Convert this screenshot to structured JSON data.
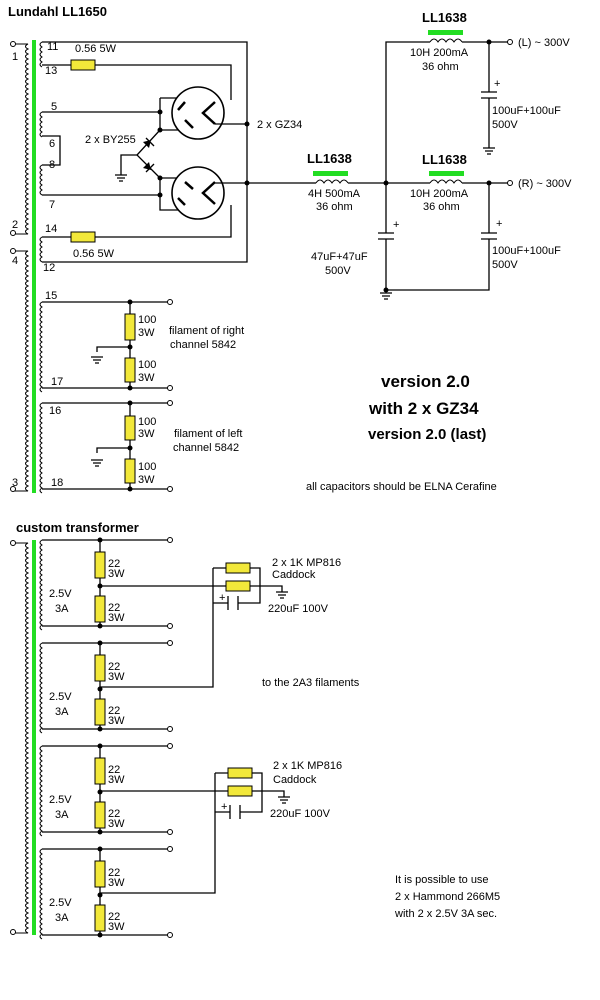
{
  "title_top": "Lundahl  LL1650",
  "title_bottom": "custom transformer",
  "version": {
    "line1": "version 2.0",
    "line2": "with 2 x GZ34",
    "line3": "version 2.0 (last)"
  },
  "note_capacitors": "all capacitors should be ELNA Cerafine",
  "power_transformer": {
    "primary_pins": [
      "1",
      "2",
      "4",
      "3"
    ],
    "secondary_pins": [
      "11",
      "13",
      "5",
      "6",
      "8",
      "7",
      "14",
      "12",
      "15",
      "17",
      "16",
      "18"
    ],
    "heater_resistor_top": "0.56 5W",
    "heater_resistor_bottom": "0.56 5W",
    "rectifier_label": "2 x GZ34",
    "diode_label": "2 x BY255"
  },
  "filter": {
    "choke_main": {
      "model": "LL1638",
      "spec1": "4H 500mA",
      "spec2": "36 ohm"
    },
    "choke_left": {
      "model": "LL1638",
      "spec1": "10H 200mA",
      "spec2": "36 ohm"
    },
    "choke_right": {
      "model": "LL1638",
      "spec1": "10H 200mA",
      "spec2": "36 ohm"
    },
    "cap_main": {
      "value": "47uF+47uF",
      "voltage": "500V",
      "polarity": "+"
    },
    "cap_left": {
      "value": "100uF+100uF",
      "voltage": "500V",
      "polarity": "+"
    },
    "cap_right": {
      "value": "100uF+100uF",
      "voltage": "500V",
      "polarity": "+"
    },
    "out_left": "(L) ~ 300V",
    "out_right": "(R) ~ 300V"
  },
  "filament_5842": {
    "right": {
      "label1": "filament of right",
      "label2": "channel 5842",
      "r_value": "100",
      "r_power": "3W"
    },
    "left": {
      "label1": "filament of left",
      "label2": "channel 5842",
      "r_value": "100",
      "r_power": "3W"
    }
  },
  "custom": {
    "winding_volt": "2.5V",
    "winding_amp": "3A",
    "r_value": "22",
    "r_power": "3W",
    "bias_res": {
      "line1": "2 x 1K MP816",
      "line2": "Caddock"
    },
    "bias_cap": "220uF 100V",
    "cap_polarity": "+",
    "to_label": "to the 2A3 filaments",
    "note1": "It is possible to use",
    "note2": "2 x Hammond 266M5",
    "note3": "with 2 x 2.5V 3A sec."
  },
  "colors": {
    "core": "#22dd22",
    "resistor": "#f2e83a"
  }
}
